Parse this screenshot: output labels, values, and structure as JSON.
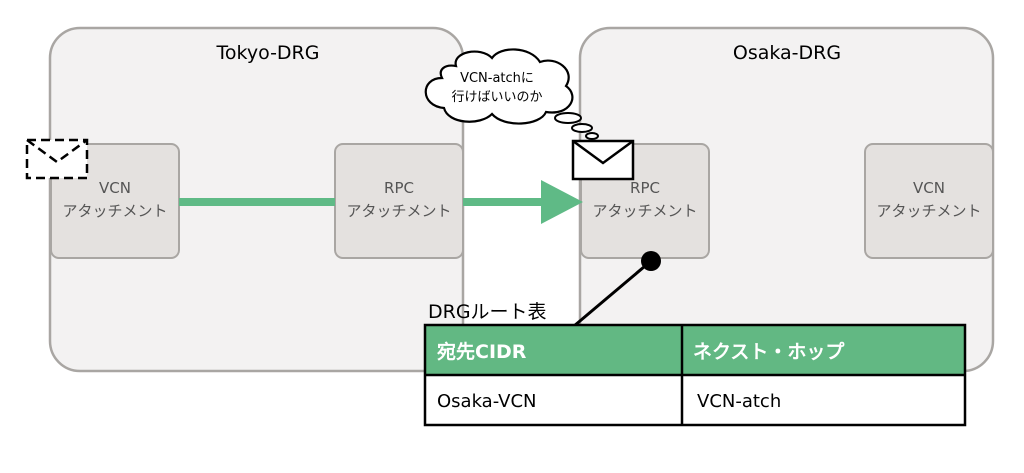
{
  "colors": {
    "region_fill": "#f3f2f2",
    "region_stroke": "#a9a6a3",
    "node_fill": "#e4e1df",
    "node_stroke": "#a9a6a3",
    "arrow_green": "#5fba86",
    "table_header": "#62b883",
    "ink": "#000000"
  },
  "regions": {
    "tokyo": {
      "title": "Tokyo-DRG"
    },
    "osaka": {
      "title": "Osaka-DRG"
    }
  },
  "nodes": {
    "tokyo_vcn": {
      "line1": "VCN",
      "line2": "アタッチメント"
    },
    "tokyo_rpc": {
      "line1": "RPC",
      "line2": "アタッチメント"
    },
    "osaka_rpc": {
      "line1": "RPC",
      "line2": "アタッチメント"
    },
    "osaka_vcn": {
      "line1": "VCN",
      "line2": "アタッチメント"
    }
  },
  "thought": {
    "line1": "VCN-atchに",
    "line2": "行けばいいのか"
  },
  "route_table": {
    "caption": "DRGルート表",
    "headers": [
      "宛先CIDR",
      "ネクスト・ホップ"
    ],
    "rows": [
      [
        "Osaka-VCN",
        "VCN-atch"
      ]
    ]
  },
  "icons": {
    "envelope_dashed": "envelope-icon",
    "envelope": "envelope-icon"
  }
}
